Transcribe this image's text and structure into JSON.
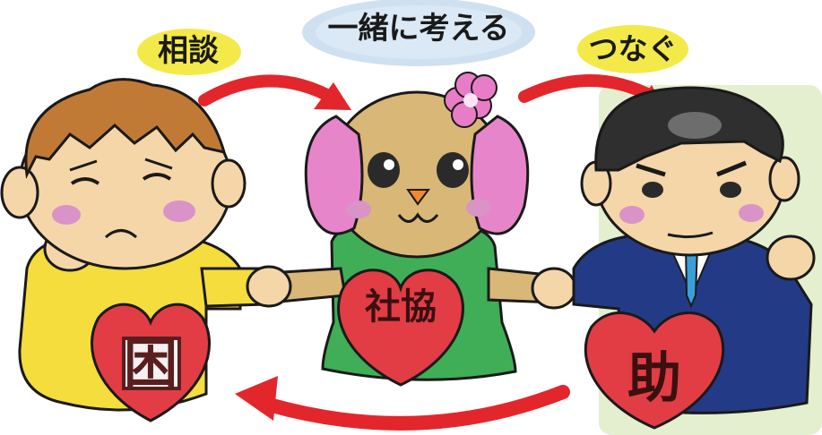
{
  "labels": {
    "consult": "相談",
    "together": "一緒に考える",
    "connect": "つなぐ"
  },
  "hearts": {
    "trouble": "困",
    "shakyo": "社協",
    "help": "助"
  },
  "colors": {
    "label_highlight": "#f3ea4a",
    "cloud": "#cfe0f1",
    "arrow": "#e3262b",
    "heart_fill": "#e23c45",
    "panel_green": "#e3efcf",
    "yellow_shirt": "#f4dd3c",
    "green_dress": "#3fae57",
    "navy_suit": "#233b86",
    "dog_fur": "#d9b777",
    "dog_ear": "#e685c9"
  }
}
